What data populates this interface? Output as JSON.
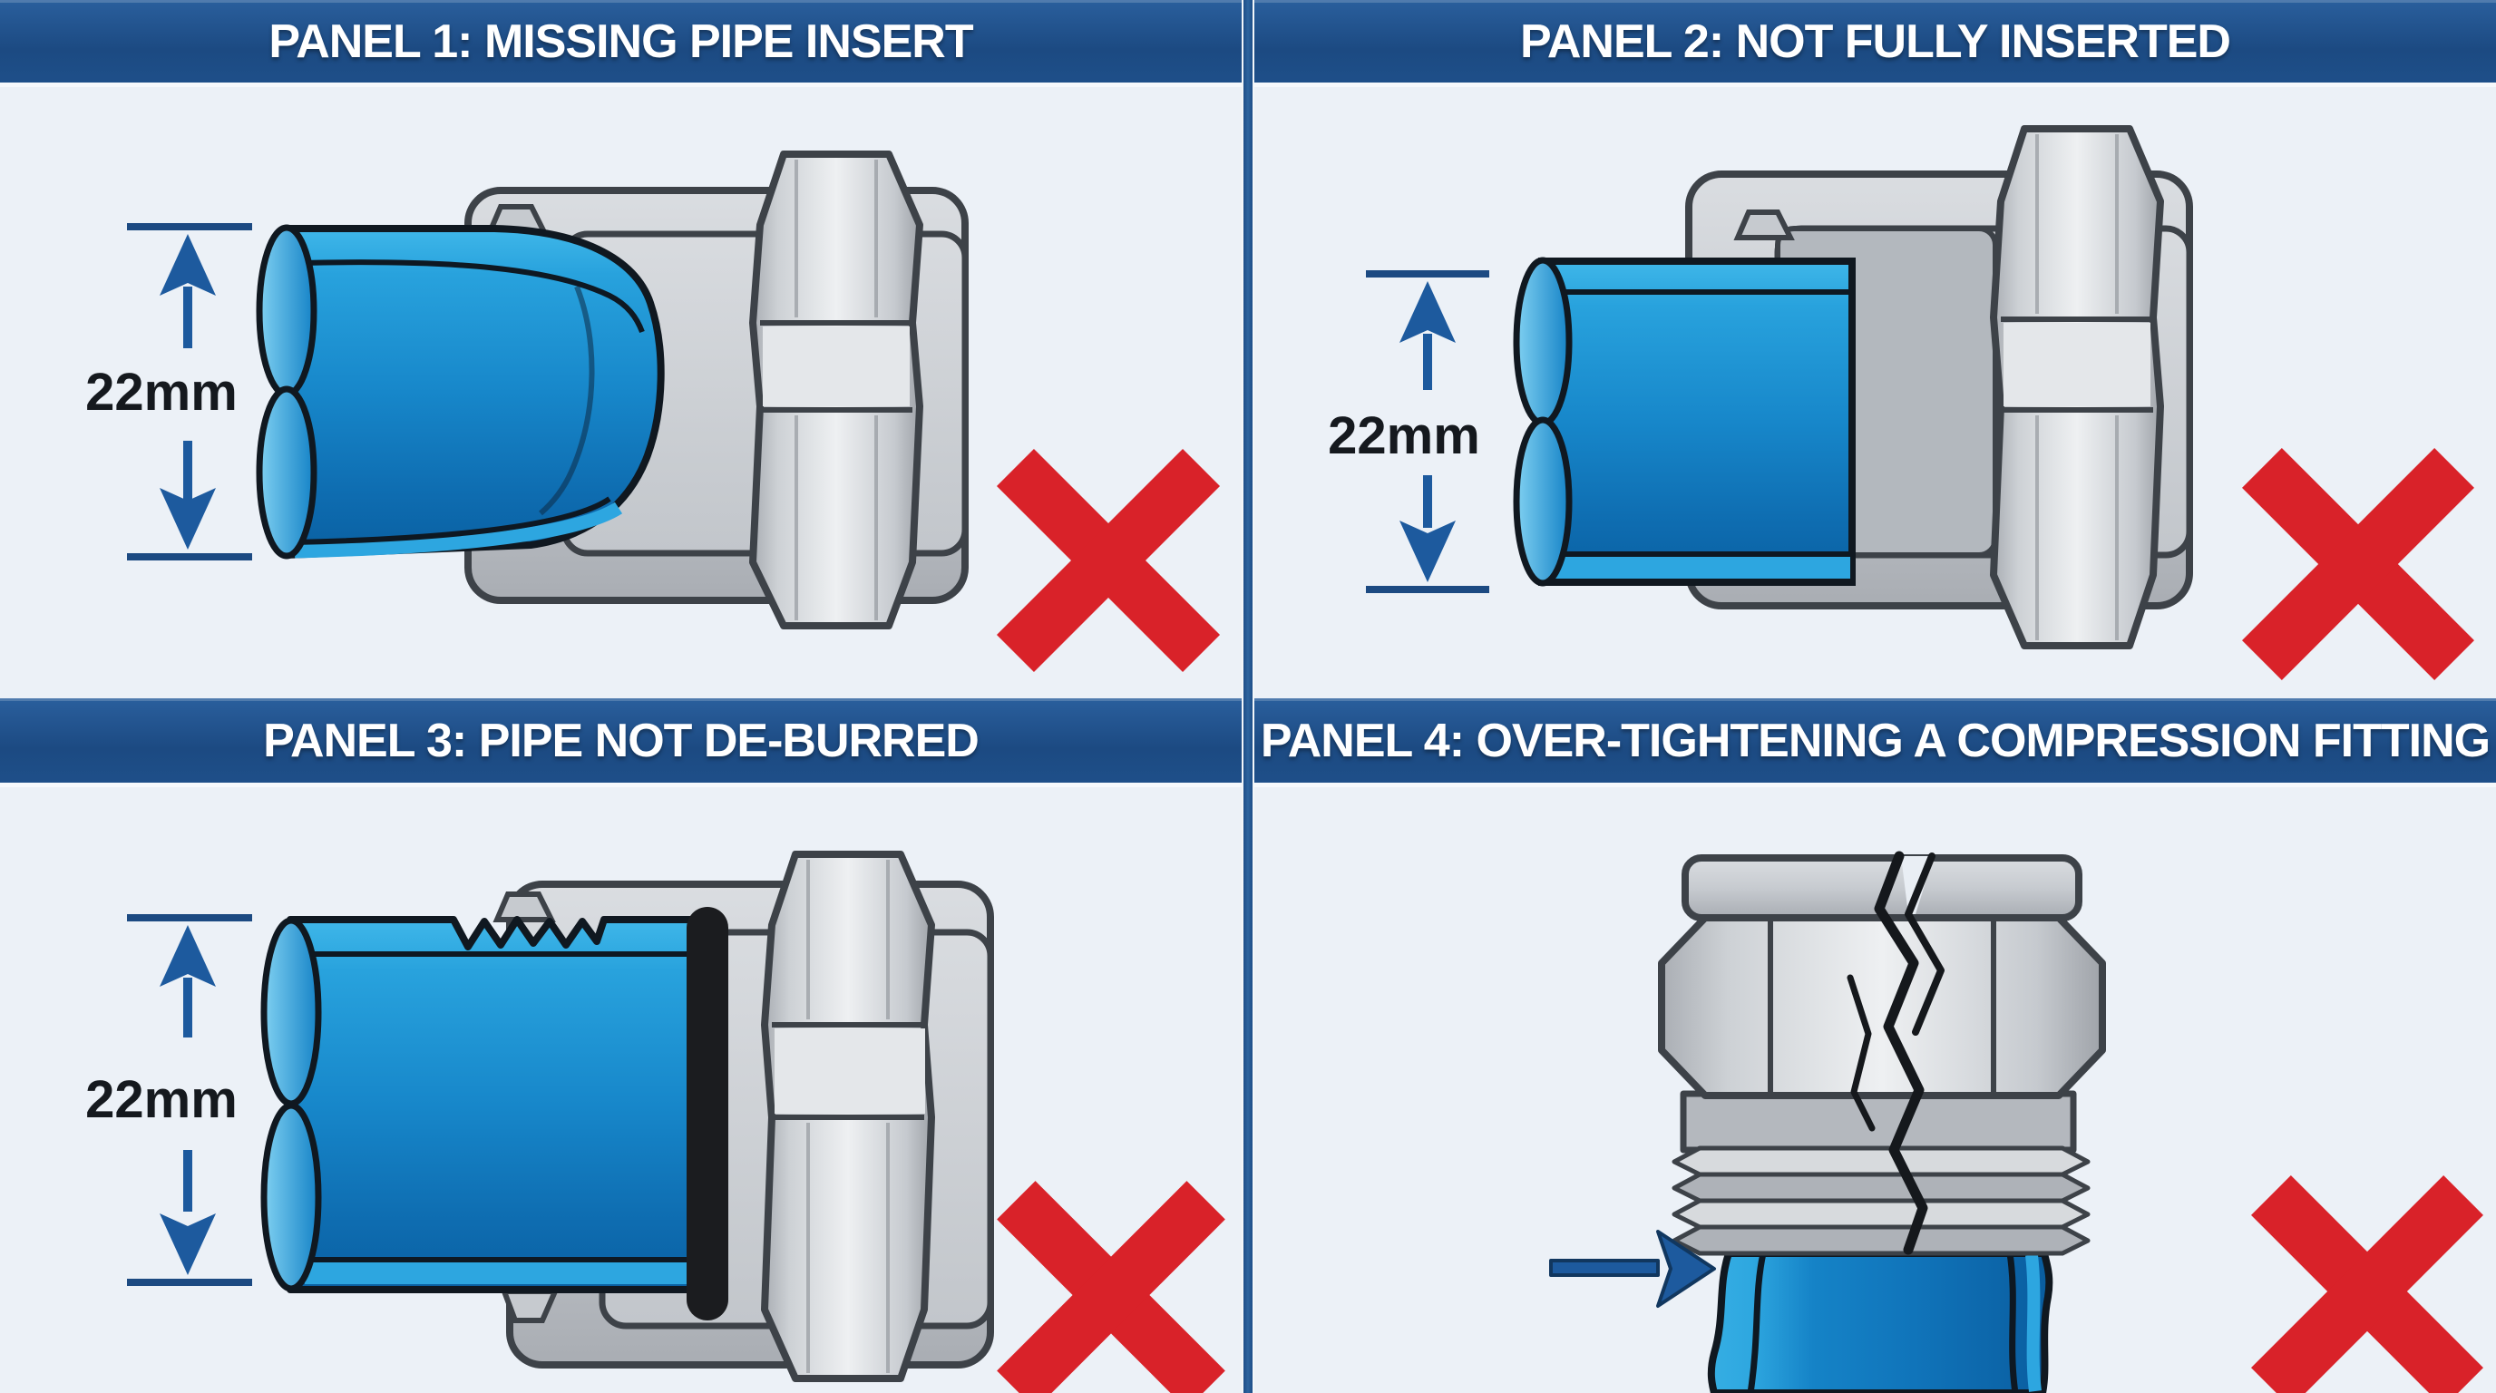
{
  "figure": {
    "type": "plumbing-instructional-diagram",
    "rows": 2,
    "cols": 2
  },
  "panels": [
    {
      "id": 1,
      "title": "PANEL 1: MISSING PIPE INSERT",
      "dimension_label": "22mm",
      "verdict_icon": "cross",
      "subject": "deformed pipe end at compression fitting"
    },
    {
      "id": 2,
      "title": "PANEL 2: NOT FULLY INSERTED",
      "dimension_label": "22mm",
      "verdict_icon": "cross",
      "subject": "pipe stopped short inside fitting"
    },
    {
      "id": 3,
      "title": "PANEL 3: PIPE NOT DE-BURRED",
      "dimension_label": "22mm",
      "verdict_icon": "cross",
      "subject": "burred pipe edge with o-ring at fitting"
    },
    {
      "id": 4,
      "title": "PANEL 4: OVER-TIGHTENING A COMPRESSION FITTING",
      "dimension_label": "",
      "verdict_icon": "cross",
      "subject": "cracked nut, crushed pipe, pointer arrow"
    }
  ],
  "icons": {
    "cross": "✕",
    "arrow_right": "→",
    "dimension_arrow": "↕"
  },
  "colors": {
    "header_bg": "#1c4a82",
    "header_text": "#ffffff",
    "panel_bg": "#ecf1f7",
    "divider": "#1d4d87",
    "pipe_blue_light": "#3fb7e9",
    "pipe_blue_dark": "#0a60a2",
    "fitting_grey": "#c7cbd0",
    "outline": "#3d4248",
    "cross_red": "#d92229",
    "dimension_blue": "#1d5a9e",
    "oring_black": "#1b1c1f"
  }
}
